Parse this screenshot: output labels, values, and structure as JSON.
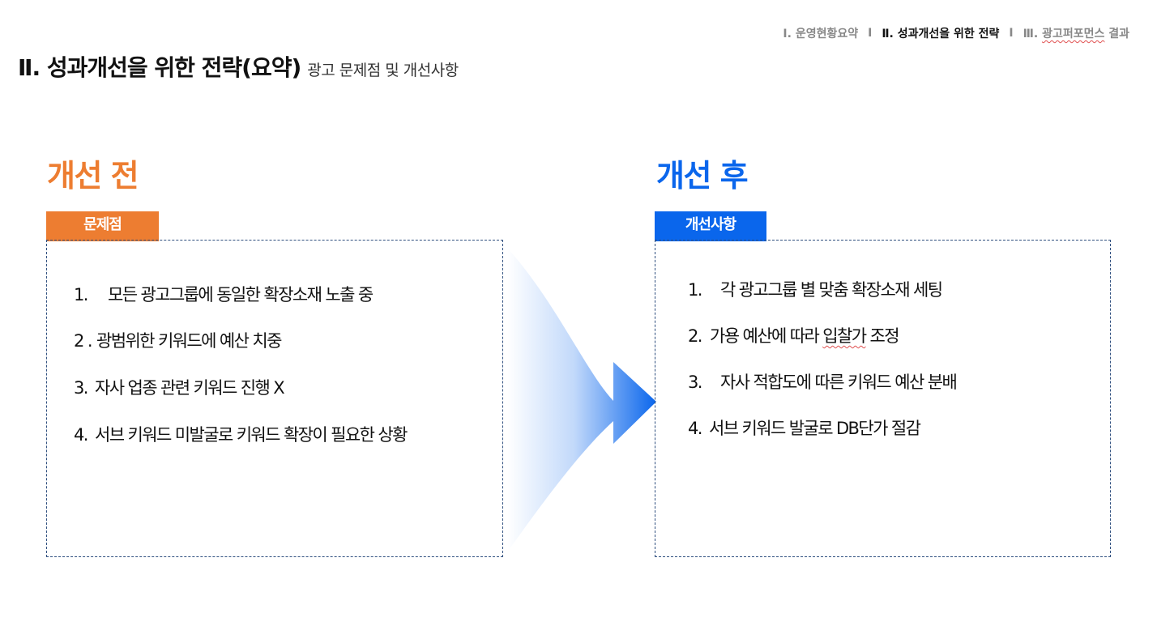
{
  "nav": {
    "item1": "Ⅰ. 운영현황요약",
    "sep1": "I",
    "item2": "Ⅱ. 성과개선을 위한 전략",
    "sep2": "I",
    "item3_prefix": "Ⅲ. ",
    "item3_underlined": "광고퍼포먼스",
    "item3_suffix": " 결과"
  },
  "title": "Ⅱ. 성과개선을 위한 전략(요약)",
  "subtitle": "광고 문제점 및 개선사항",
  "before": {
    "heading": "개선 전",
    "tag": "문제점",
    "items": [
      {
        "num": "1.",
        "text": "모든 광고그룹에 동일한 확장소재 노출 중"
      },
      {
        "num": "2 .",
        "text": "광범위한 키워드에 예산 치중"
      },
      {
        "num": "3.",
        "text": "자사 업종 관련 키워드 진행 X"
      },
      {
        "num": "4.",
        "text": "서브 키워드 미발굴로 키워드 확장이 필요한 상황"
      }
    ]
  },
  "after": {
    "heading": "개선 후",
    "tag": "개선사항",
    "items": [
      {
        "num": "1.",
        "text": "각 광고그룹 별 맞춤 확장소재 세팅"
      },
      {
        "num": "2.",
        "text_pre": "가용 예산에 따라 ",
        "text_marked": "입찰가",
        "text_post": " 조정"
      },
      {
        "num": "3.",
        "text": "자사 적합도에 따른 키워드 예산 분배"
      },
      {
        "num": "4.",
        "text": "서브 키워드 발굴로 DB단가 절감"
      }
    ]
  },
  "colors": {
    "before_accent": "#ED7D31",
    "after_accent": "#0A66EC",
    "box_border": "#2F4F7F"
  },
  "icons": {
    "arrow": "chevron-right-arrow-icon"
  }
}
